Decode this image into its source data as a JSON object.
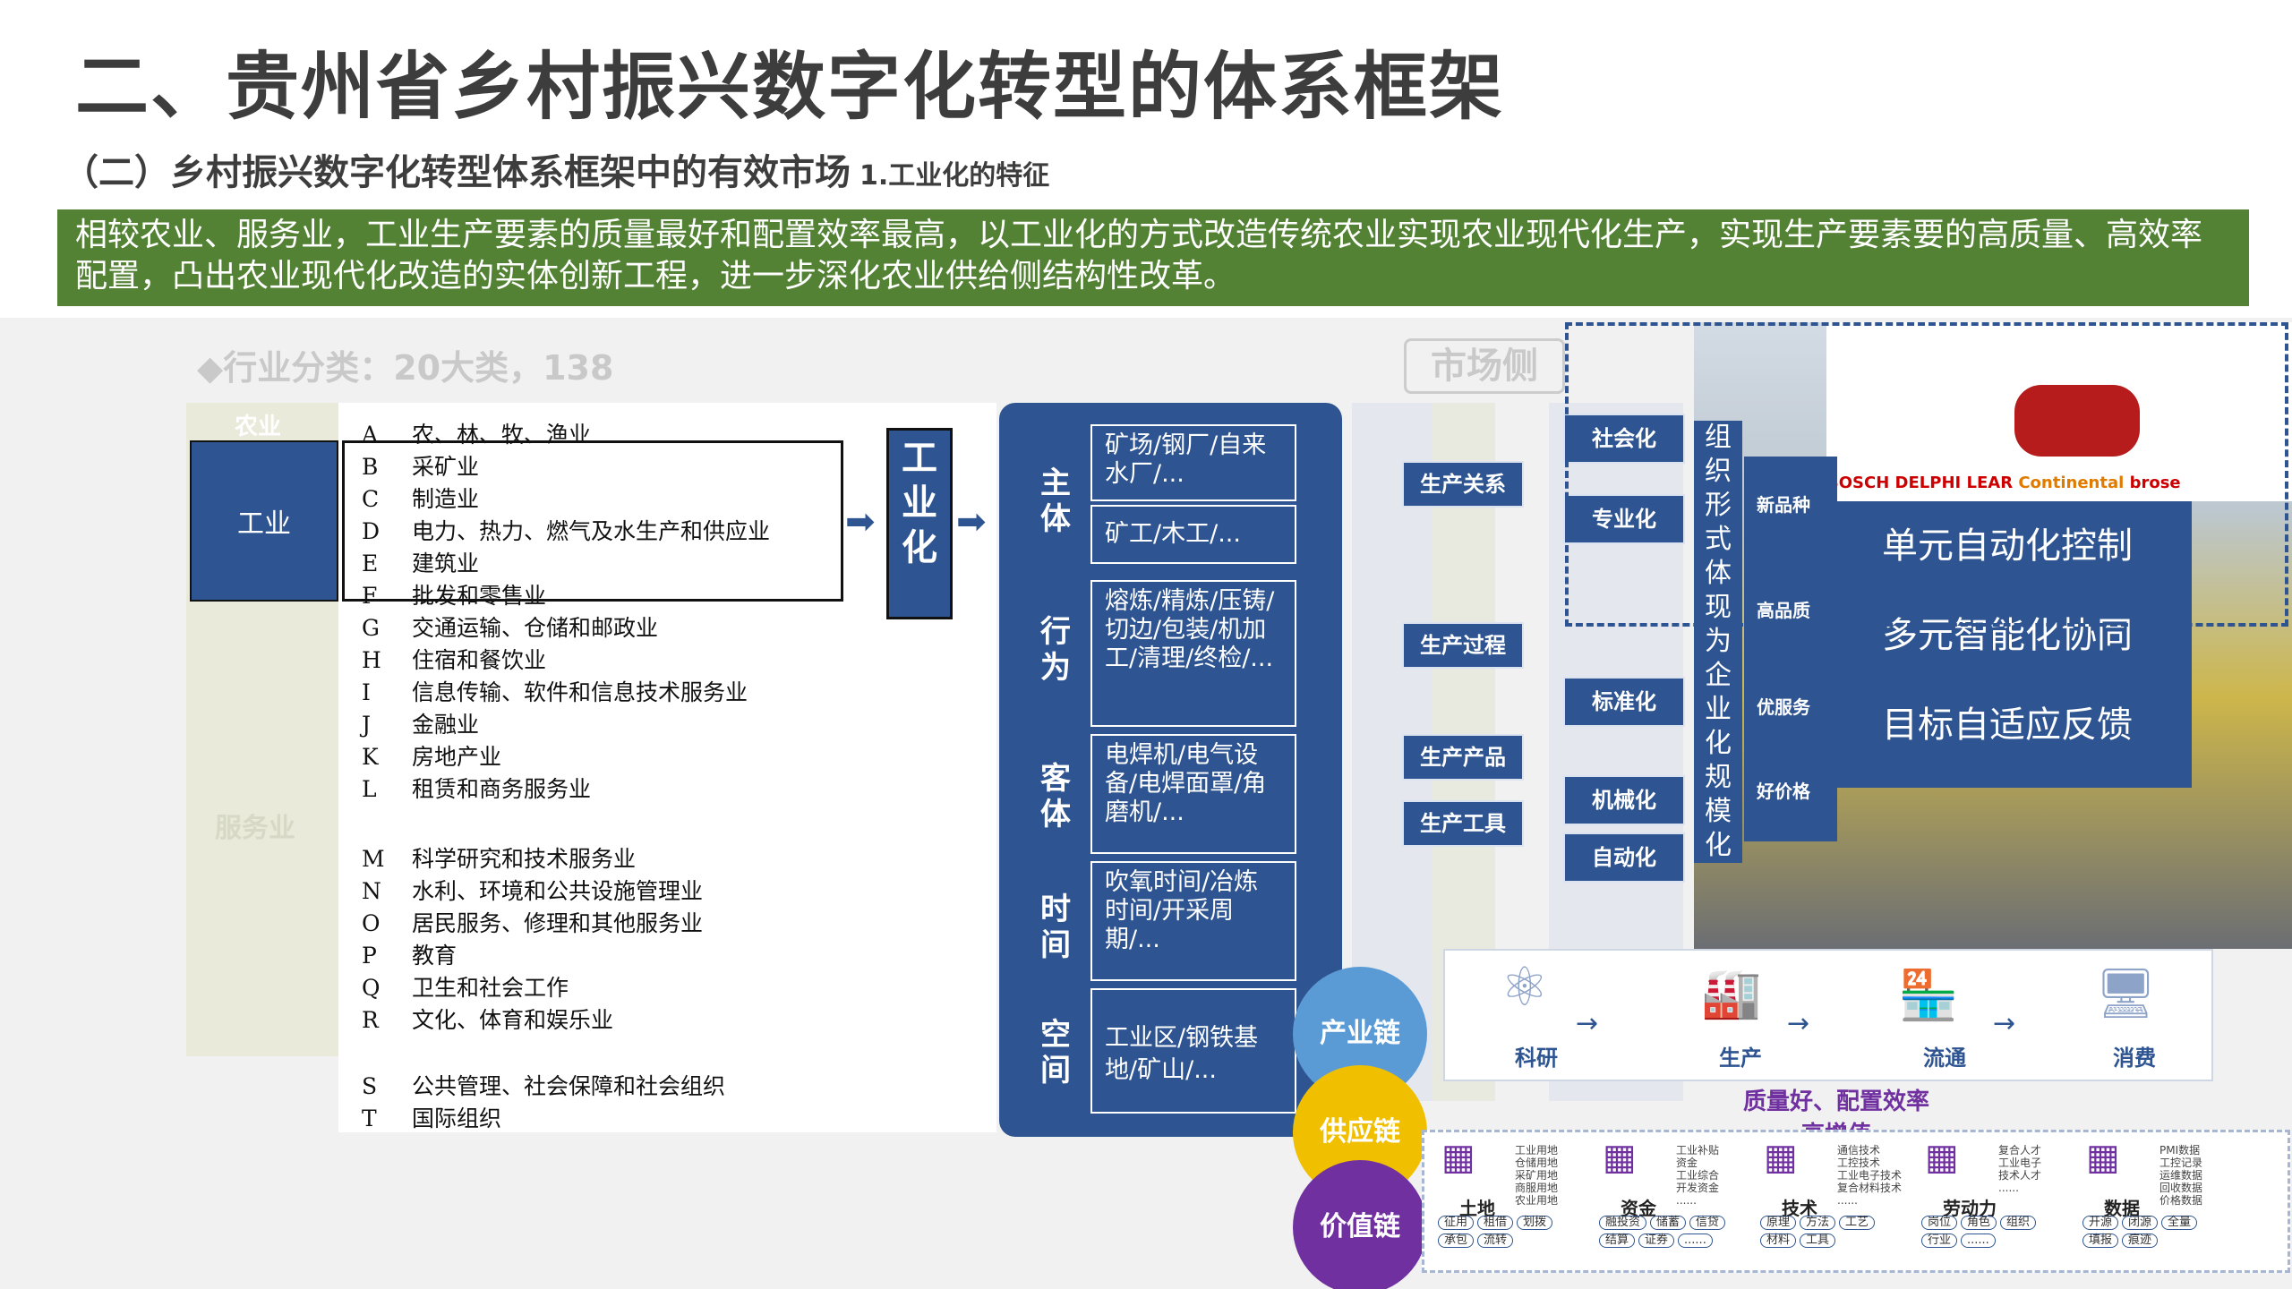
{
  "header": {
    "title": "二、贵州省乡村振兴数字化转型的体系框架",
    "subtitle": "（二）乡村振兴数字化转型体系框架中的有效市场",
    "subtitle_tag": "1.工业化的特征"
  },
  "summary": "相较农业、服务业，工业生产要素的质量最好和配置效率最高，以工业化的方式改造传统农业实现农业现代化生产，实现生产要素要的高质量、高效率配置，凸出农业现代化改造的实体创新工程，进一步深化农业供给侧结构性改革。",
  "ghost": {
    "category_head": "◆行业分类：20大类，138",
    "market_side": "市场侧",
    "agriculture": "农业",
    "service": "服务业"
  },
  "industry_label": "工业",
  "industries": [
    {
      "code": "A",
      "name": "农、林、牧、渔业"
    },
    {
      "code": "B",
      "name": "采矿业"
    },
    {
      "code": "C",
      "name": "制造业"
    },
    {
      "code": "D",
      "name": "电力、热力、燃气及水生产和供应业"
    },
    {
      "code": "E",
      "name": "建筑业"
    },
    {
      "code": "F",
      "name": "批发和零售业"
    },
    {
      "code": "G",
      "name": "交通运输、仓储和邮政业"
    },
    {
      "code": "H",
      "name": "住宿和餐饮业"
    },
    {
      "code": "I",
      "name": "信息传输、软件和信息技术服务业"
    },
    {
      "code": "J",
      "name": "金融业"
    },
    {
      "code": "K",
      "name": "房地产业"
    },
    {
      "code": "L",
      "name": "租赁和商务服务业"
    },
    {
      "code": "M",
      "name": "科学研究和技术服务业"
    },
    {
      "code": "N",
      "name": "水利、环境和公共设施管理业"
    },
    {
      "code": "O",
      "name": "居民服务、修理和其他服务业"
    },
    {
      "code": "P",
      "name": "教育"
    },
    {
      "code": "Q",
      "name": "卫生和社会工作"
    },
    {
      "code": "R",
      "name": "文化、体育和娱乐业"
    },
    {
      "code": "S",
      "name": "公共管理、社会保障和社会组织"
    },
    {
      "code": "T",
      "name": "国际组织"
    }
  ],
  "industrialization": "工业化",
  "dims": [
    {
      "label": "主体",
      "items": [
        "矿场/钢厂/自来水厂/...",
        "矿工/木工/..."
      ]
    },
    {
      "label": "行为",
      "items": [
        "熔炼/精炼/压铸/切边/包装/机加工/清理/终检/..."
      ]
    },
    {
      "label": "客体",
      "items": [
        "电焊机/电气设备/电焊面罩/角磨机/..."
      ]
    },
    {
      "label": "时间",
      "items": [
        "吹氧时间/冶炼时间/开采周期/..."
      ]
    },
    {
      "label": "空间",
      "items": [
        "工业区/钢铁基地/矿山/..."
      ]
    }
  ],
  "production": {
    "relation": "生产关系",
    "process": "生产过程",
    "product": "生产产品",
    "tool": "生产工具"
  },
  "traits": [
    "社会化",
    "专业化",
    "标准化",
    "机械化",
    "自动化"
  ],
  "org_vertical": "组织形式体现为企业化规模化",
  "quality": [
    "新品种",
    "高品质",
    "优服务",
    "好价格"
  ],
  "control": [
    "单元自动化控制",
    "多元智能化协同",
    "目标自适应反馈"
  ],
  "brands": [
    "BOSCH",
    "DELPHI",
    "LEAR",
    "Continental",
    "brose"
  ],
  "chains": [
    "产业链",
    "供应链",
    "价值链"
  ],
  "flow_steps": [
    "科研",
    "生产",
    "流通",
    "消费"
  ],
  "flow_note": "质量好、配置效率高增值",
  "factors": [
    {
      "name": "土地",
      "desc": [
        "工业用地",
        "仓储用地",
        "采矿用地",
        "商服用地",
        "农业用地"
      ],
      "tags": [
        "征用",
        "租借",
        "划拨",
        "承包",
        "流转"
      ]
    },
    {
      "name": "资金",
      "desc": [
        "工业补贴",
        "资金",
        "工业综合",
        "开发资金",
        "......"
      ],
      "tags": [
        "融投资",
        "储蓄",
        "信贷",
        "结算",
        "证券",
        "......"
      ]
    },
    {
      "name": "技术",
      "desc": [
        "通信技术",
        "工控技术",
        "工业电子技术",
        "复合材料技术",
        "......"
      ],
      "tags": [
        "原理",
        "方法",
        "工艺",
        "材料",
        "工具"
      ]
    },
    {
      "name": "劳动力",
      "desc": [
        "复合人才",
        "工业电子",
        "技术人才",
        "......"
      ],
      "tags": [
        "岗位",
        "角色",
        "组织",
        "行业",
        "......"
      ]
    },
    {
      "name": "数据",
      "desc": [
        "PMI数据",
        "工控记录",
        "运维数据",
        "回收数据",
        "价格数据"
      ],
      "tags": [
        "开源",
        "闭源",
        "全量",
        "填报",
        "痕迹"
      ]
    }
  ]
}
